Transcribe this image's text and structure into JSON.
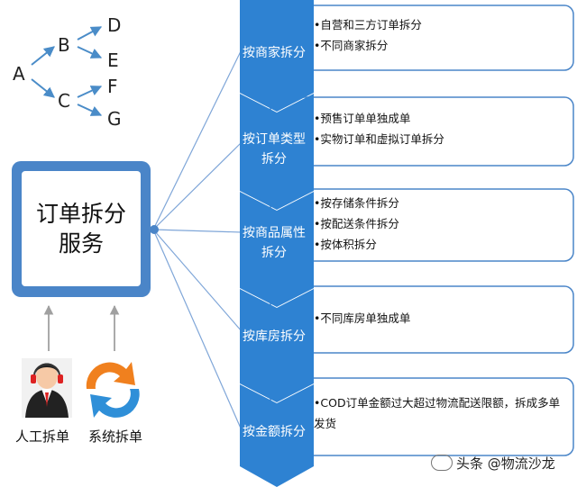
{
  "tree": {
    "nodes": [
      "A",
      "B",
      "C",
      "D",
      "E",
      "F",
      "G"
    ]
  },
  "service": {
    "line1": "订单拆分",
    "line2": "服务"
  },
  "operators": {
    "manual": "人工拆单",
    "system": "系统拆单"
  },
  "rules": [
    {
      "title_lines": [
        "按商家拆分"
      ],
      "items": [
        "•自营和三方订单拆分",
        "•不同商家拆分"
      ]
    },
    {
      "title_lines": [
        "按订单类型",
        "拆分"
      ],
      "items": [
        "•预售订单单独成单",
        "•实物订单和虚拟订单拆分"
      ]
    },
    {
      "title_lines": [
        "按商品属性",
        "拆分"
      ],
      "items": [
        "•按存储条件拆分",
        "•按配送条件拆分",
        "•按体积拆分"
      ]
    },
    {
      "title_lines": [
        "按库房拆分"
      ],
      "items": [
        "•不同库房单独成单"
      ]
    },
    {
      "title_lines": [
        "按金额拆分"
      ],
      "items": [
        "•COD订单金额过大超过物流配送限额，拆成多单发货"
      ]
    }
  ],
  "watermark": "头条 @物流沙龙",
  "colors": {
    "chevron_fill": "#2e82d2",
    "card_border": "#4a85c8",
    "service_border": "#4a85c8",
    "connector": "#7fa6d8",
    "tree_arrow": "#4a8cc8"
  }
}
